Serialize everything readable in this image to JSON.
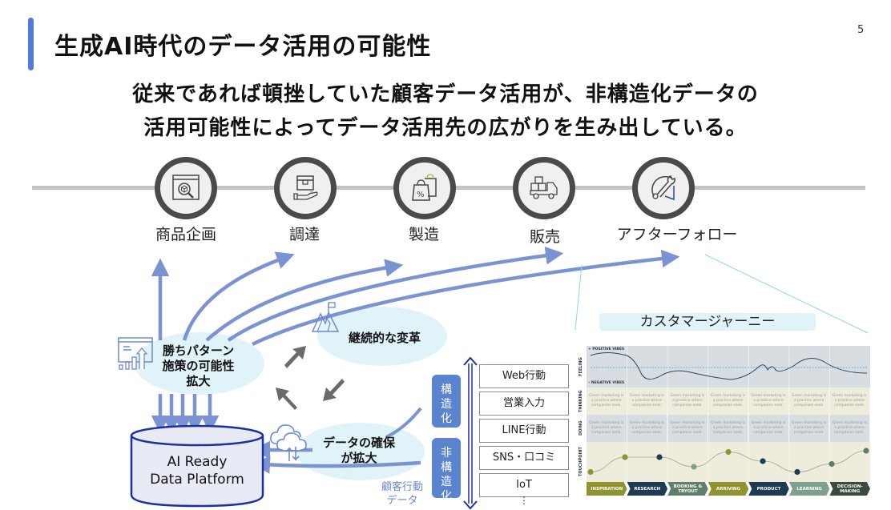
{
  "page": {
    "title": "生成AI時代のデータ活用の可能性",
    "page_number": "5",
    "subtitle_lines": [
      "従来であれば頓挫していた顧客データ活用が、非構造化データの",
      "活用可能性によってデータ活用先の広がりを生み出している。"
    ]
  },
  "value_chain": {
    "stages": [
      {
        "label": "商品企画",
        "icon": "product-search-icon"
      },
      {
        "label": "調達",
        "icon": "box-in-hand-icon"
      },
      {
        "label": "製造",
        "icon": "shopping-bag-percent-icon"
      },
      {
        "label": "販売",
        "icon": "delivery-truck-icon"
      },
      {
        "label": "アフターフォロー",
        "icon": "wrench-support-icon"
      }
    ]
  },
  "cycle": {
    "winning_pattern": {
      "lines": [
        "勝ちパターン",
        "施策の可能性",
        "拡大"
      ],
      "icon": "growth-chart-icon"
    },
    "continuous_change": {
      "label": "継続的な変革",
      "icon": "mountain-flag-icon"
    },
    "data_acquisition": {
      "lines": [
        "データの確保",
        "が拡大"
      ],
      "icon": "cloud-sync-icon"
    }
  },
  "platform": {
    "lines": [
      "AI Ready",
      "Data Platform"
    ],
    "icon": "database-icon"
  },
  "data_types": {
    "structured_label": "構\n造\n化",
    "unstructured_label": "非\n構\n造\n化",
    "sources": [
      "Web行動",
      "営業入力",
      "LINE行動",
      "SNS・口コミ",
      "IoT"
    ],
    "more": "⋮",
    "caption_lines": [
      "顧客行動",
      "データ"
    ]
  },
  "customer_journey": {
    "title": "カスタマージャーニー",
    "row_labels": [
      "FEELING",
      "THINKING",
      "DOING",
      "TOUCHPOINT"
    ],
    "positive_label": "+ POSITIVE VIBES",
    "negative_label": "– NEGATIVE VIBES",
    "cell_text": "Green marketing is a practice where companies seek.",
    "phases": [
      {
        "label": "INSPIRATION",
        "color": "#8f9430"
      },
      {
        "label": "RESEARCH",
        "color": "#1f3a55"
      },
      {
        "label": "BOOKING & TRYOUT",
        "color": "#5f7f6a"
      },
      {
        "label": "ARRIVING",
        "color": "#8f9430"
      },
      {
        "label": "PRODUCT",
        "color": "#1f3a55"
      },
      {
        "label": "LEARNING",
        "color": "#7fa08f"
      },
      {
        "label": "DECISION-MAKING",
        "color": "#3a4a3c"
      }
    ],
    "touchpoint_dots": [
      {
        "level": 0.25,
        "color": "#8f9430"
      },
      {
        "level": 0.62,
        "color": "#8f9430"
      },
      {
        "level": 0.62,
        "color": "#1f3a55"
      },
      {
        "level": 0.38,
        "color": "#7fa08f"
      },
      {
        "level": 0.75,
        "color": "#8f9430"
      },
      {
        "level": 0.52,
        "color": "#1f3a55"
      },
      {
        "level": 0.25,
        "color": "#1f3a55"
      },
      {
        "level": 0.45,
        "color": "#5f7f6a"
      },
      {
        "level": 0.78,
        "color": "#5f7f6a"
      }
    ]
  },
  "colors": {
    "accent": "#4f7bdc",
    "arrow": "#7b93d2",
    "ellipse": "#e0f3f9",
    "tag": "#5b84d0",
    "cycle_arrow": "#6b6b6b",
    "db_border": "#1a2fa8"
  }
}
